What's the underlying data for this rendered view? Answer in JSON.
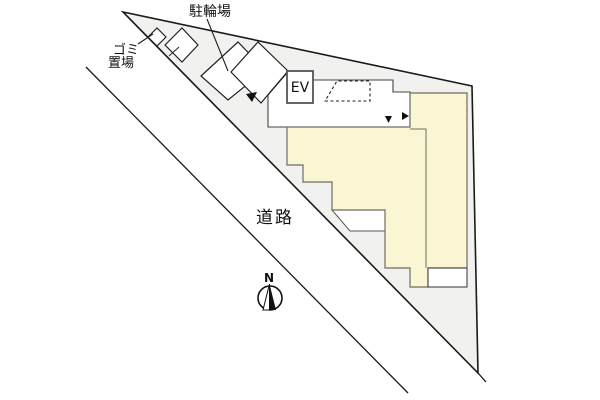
{
  "diagram_type": "building-site-plan",
  "labels": {
    "bicycle_parking": "駐輪場",
    "garbage_line1": "ゴミ",
    "garbage_line2": "置場",
    "road": "道路",
    "elevator": "EV",
    "north": "N"
  },
  "colors": {
    "site_fill": "#f1f1ef",
    "building_fill": "#faf5d3",
    "site_outline": "#1a1a1a",
    "building_outline": "#6e6e60",
    "detail_outline": "#444444",
    "white_fill": "#ffffff",
    "arrow_color": "#111111"
  },
  "icons": {
    "north_compass": "compass-circle-with-half-filled-needle",
    "entrance_arrows": [
      "down-triangle",
      "down-triangle",
      "right-triangle"
    ]
  }
}
